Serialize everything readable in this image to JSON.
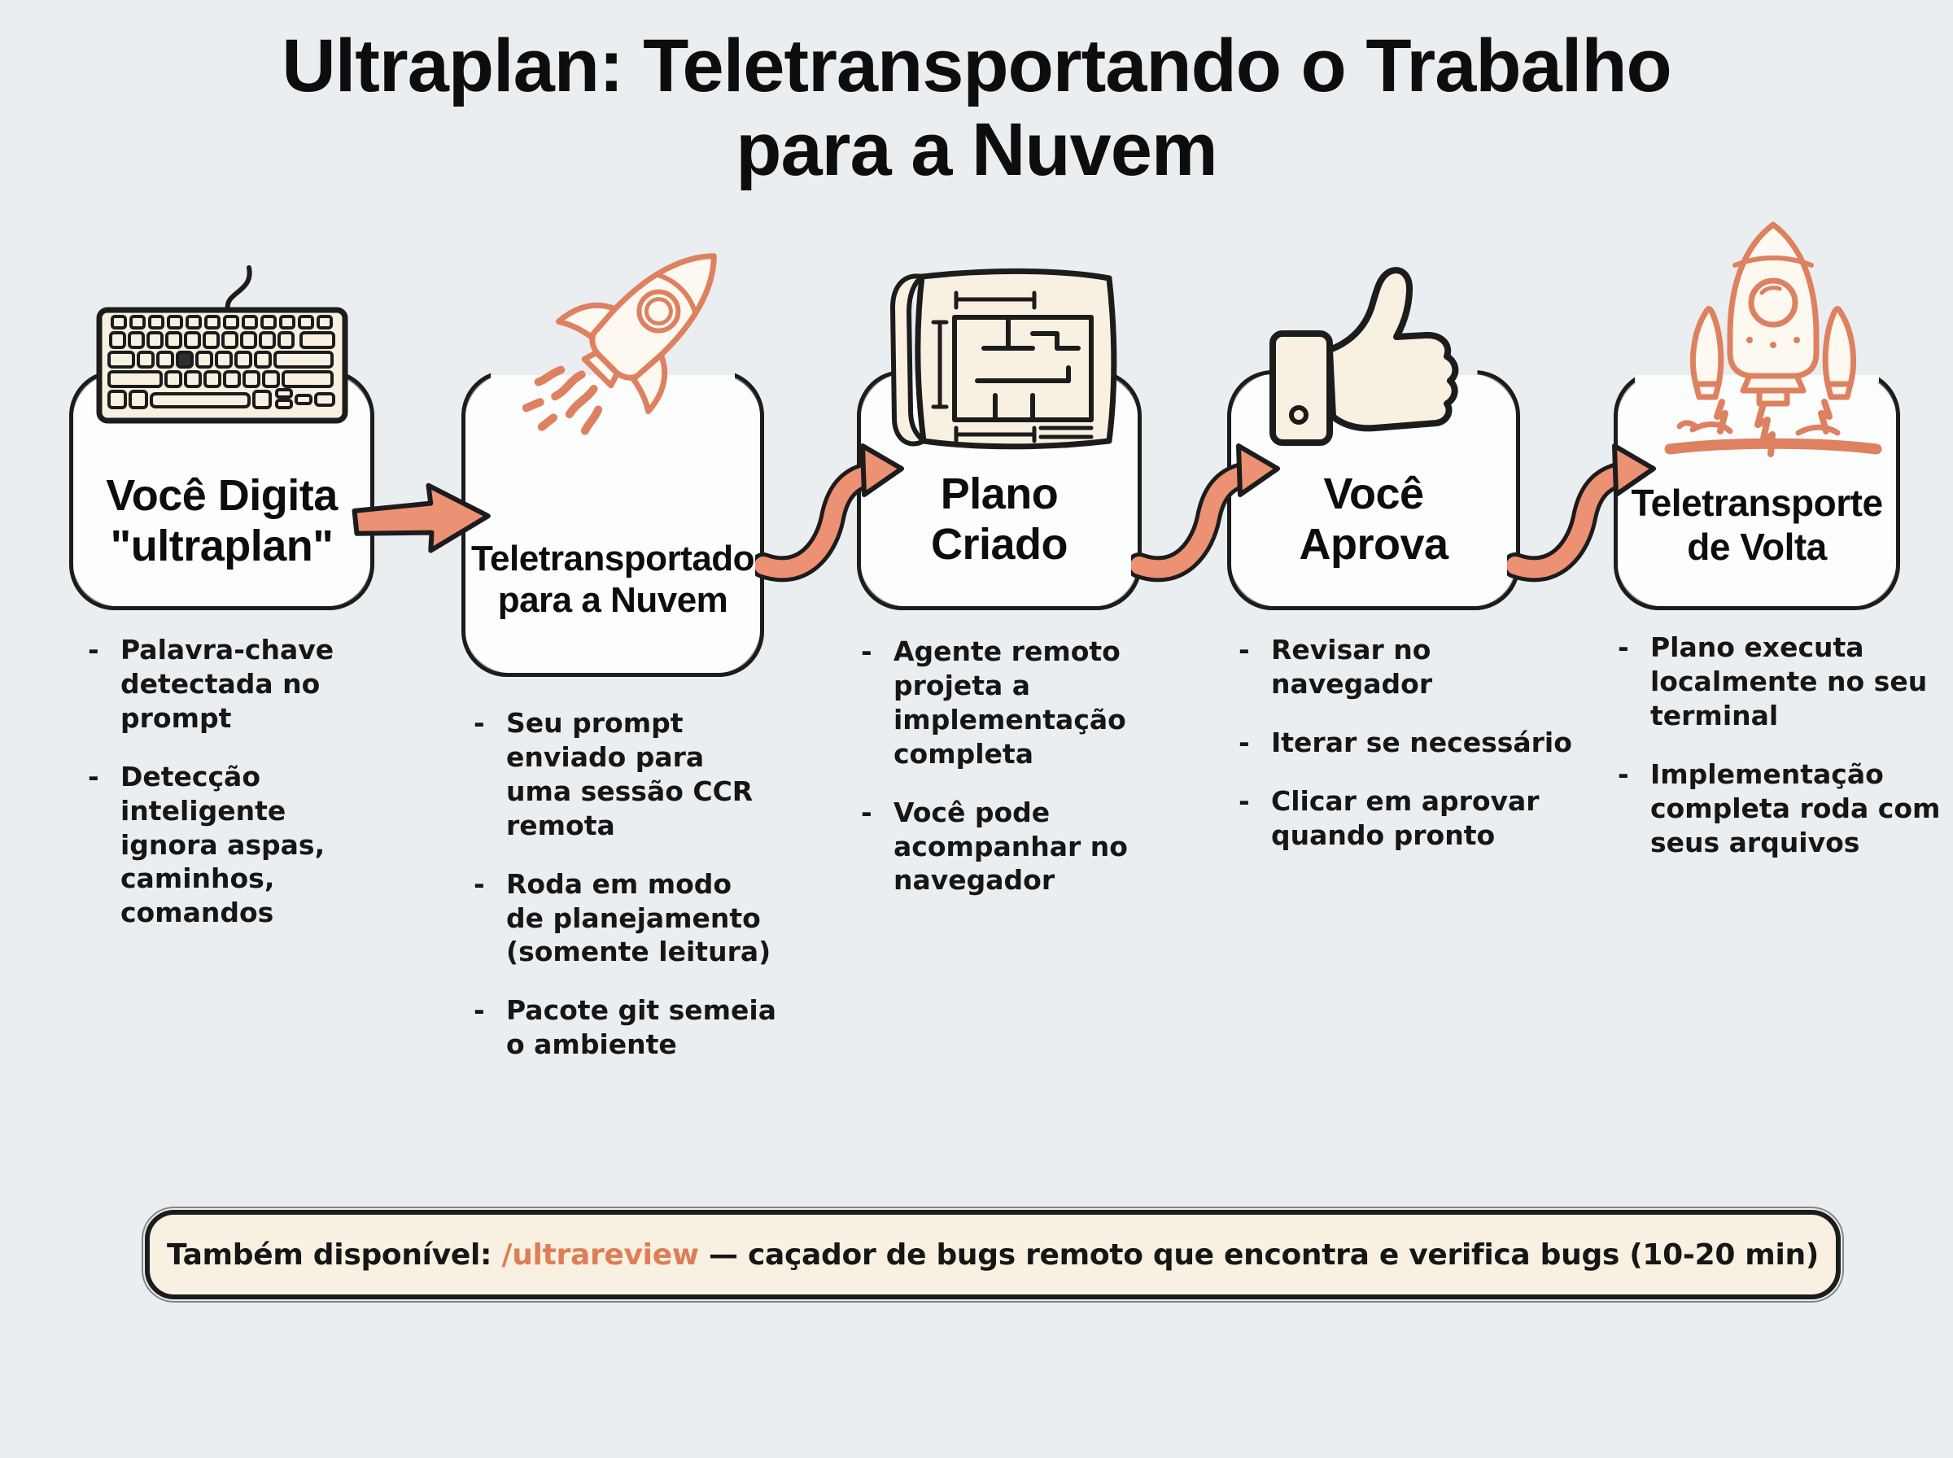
{
  "title": "Ultraplan: Teletransportando o Trabalho para a Nuvem",
  "colors": {
    "background": "#ebeef1",
    "ink": "#1c1c1c",
    "accent_salmon": "#ec9173",
    "icon_salmon": "#dd8160",
    "paper_cream": "#f8f1e1",
    "command_orange": "#dd7e57"
  },
  "steps": [
    {
      "icon": "keyboard-icon",
      "title": "Você Digita \"ultraplan\"",
      "bullets": [
        "Palavra-chave detectada no prompt",
        "Detecção inteligente ignora aspas, caminhos, comandos"
      ]
    },
    {
      "icon": "rocket-launch-icon",
      "title": "Teletransportado para a Nuvem",
      "bullets": [
        "Seu prompt enviado para uma sessão CCR remota",
        "Roda em modo de planejamento (somente leitura)",
        "Pacote git semeia o ambiente"
      ]
    },
    {
      "icon": "blueprint-icon",
      "title": "Plano Criado",
      "bullets": [
        "Agente remoto projeta a implementação completa",
        "Você pode acompanhar no navegador"
      ]
    },
    {
      "icon": "thumbs-up-icon",
      "title": "Você Aprova",
      "bullets": [
        "Revisar no navegador",
        "Iterar se necessário",
        "Clicar em aprovar quando pronto"
      ]
    },
    {
      "icon": "rocket-landing-icon",
      "title": "Teletransporte de Volta",
      "bullets": [
        "Plano executa localmente no seu terminal",
        "Implementação completa roda com seus arquivos"
      ]
    }
  ],
  "banner": {
    "prefix": "Também disponível: ",
    "command": "/ultrareview",
    "suffix": " — caçador de bugs remoto que encontra e verifica bugs (10-20 min)"
  }
}
